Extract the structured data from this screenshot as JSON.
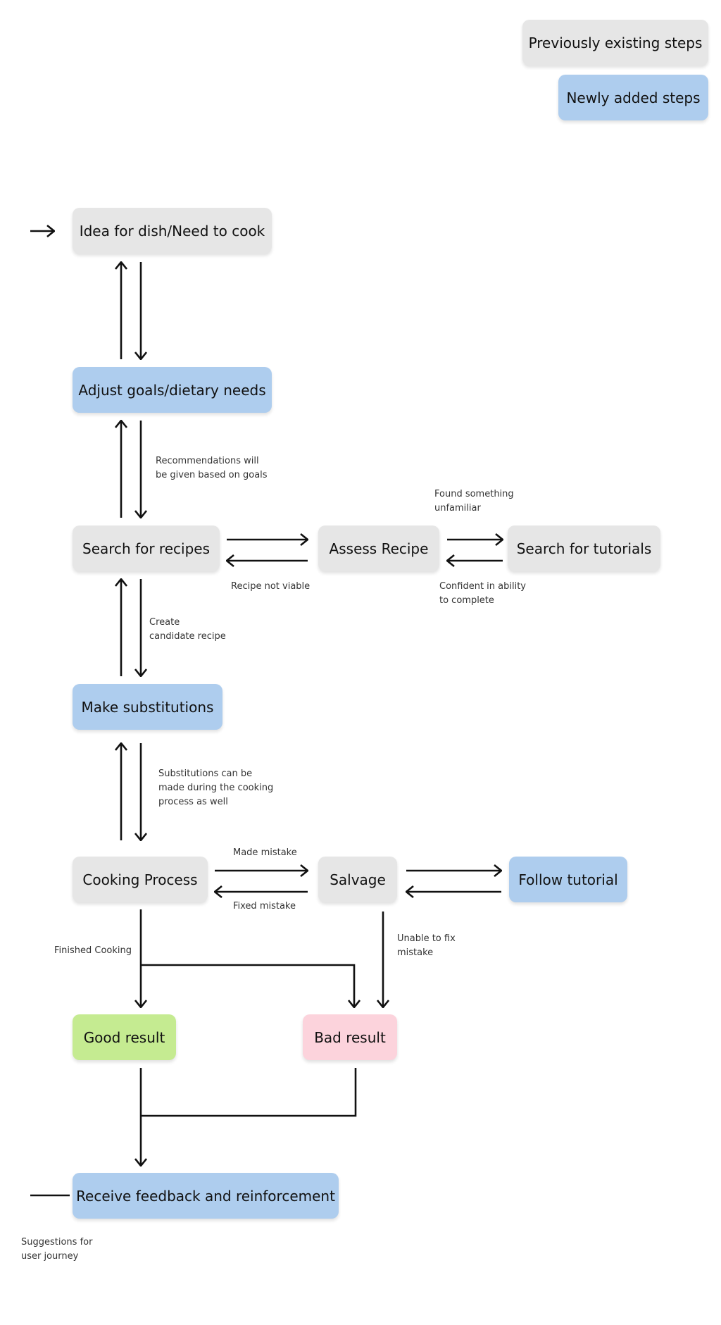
{
  "legend": {
    "existing": "Previously existing steps",
    "new": "Newly added steps"
  },
  "colors": {
    "existing": "#e6e6e6",
    "new": "#aecdee",
    "good": "#c5eb91",
    "bad": "#fcd3dc",
    "line": "#111111"
  },
  "nodes": {
    "idea": "Idea for dish/Need to cook",
    "adjust_goals": "Adjust goals/dietary needs",
    "search_recipes": "Search for recipes",
    "assess_recipe": "Assess Recipe",
    "search_tutorials": "Search for tutorials",
    "make_substitutions": "Make substitutions",
    "cooking_process": "Cooking Process",
    "salvage": "Salvage",
    "follow_tutorial": "Follow tutorial",
    "good_result": "Good result",
    "bad_result": "Bad result",
    "feedback": "Receive feedback and reinforcement"
  },
  "edge_labels": {
    "recommendations": "Recommendations will\nbe given based on goals",
    "found_unfamiliar": "Found something\nunfamiliar",
    "recipe_not_viable": "Recipe not viable",
    "confident": "Confident in ability\nto complete",
    "create_candidate": "Create\ncandidate recipe",
    "substitutions_during": "Substitutions can be\nmade during the cooking\nprocess as well",
    "made_mistake": "Made mistake",
    "fixed_mistake": "Fixed mistake",
    "unable_to_fix": "Unable to fix\nmistake",
    "finished_cooking": "Finished Cooking",
    "suggestions": "Suggestions for\nuser journey"
  }
}
